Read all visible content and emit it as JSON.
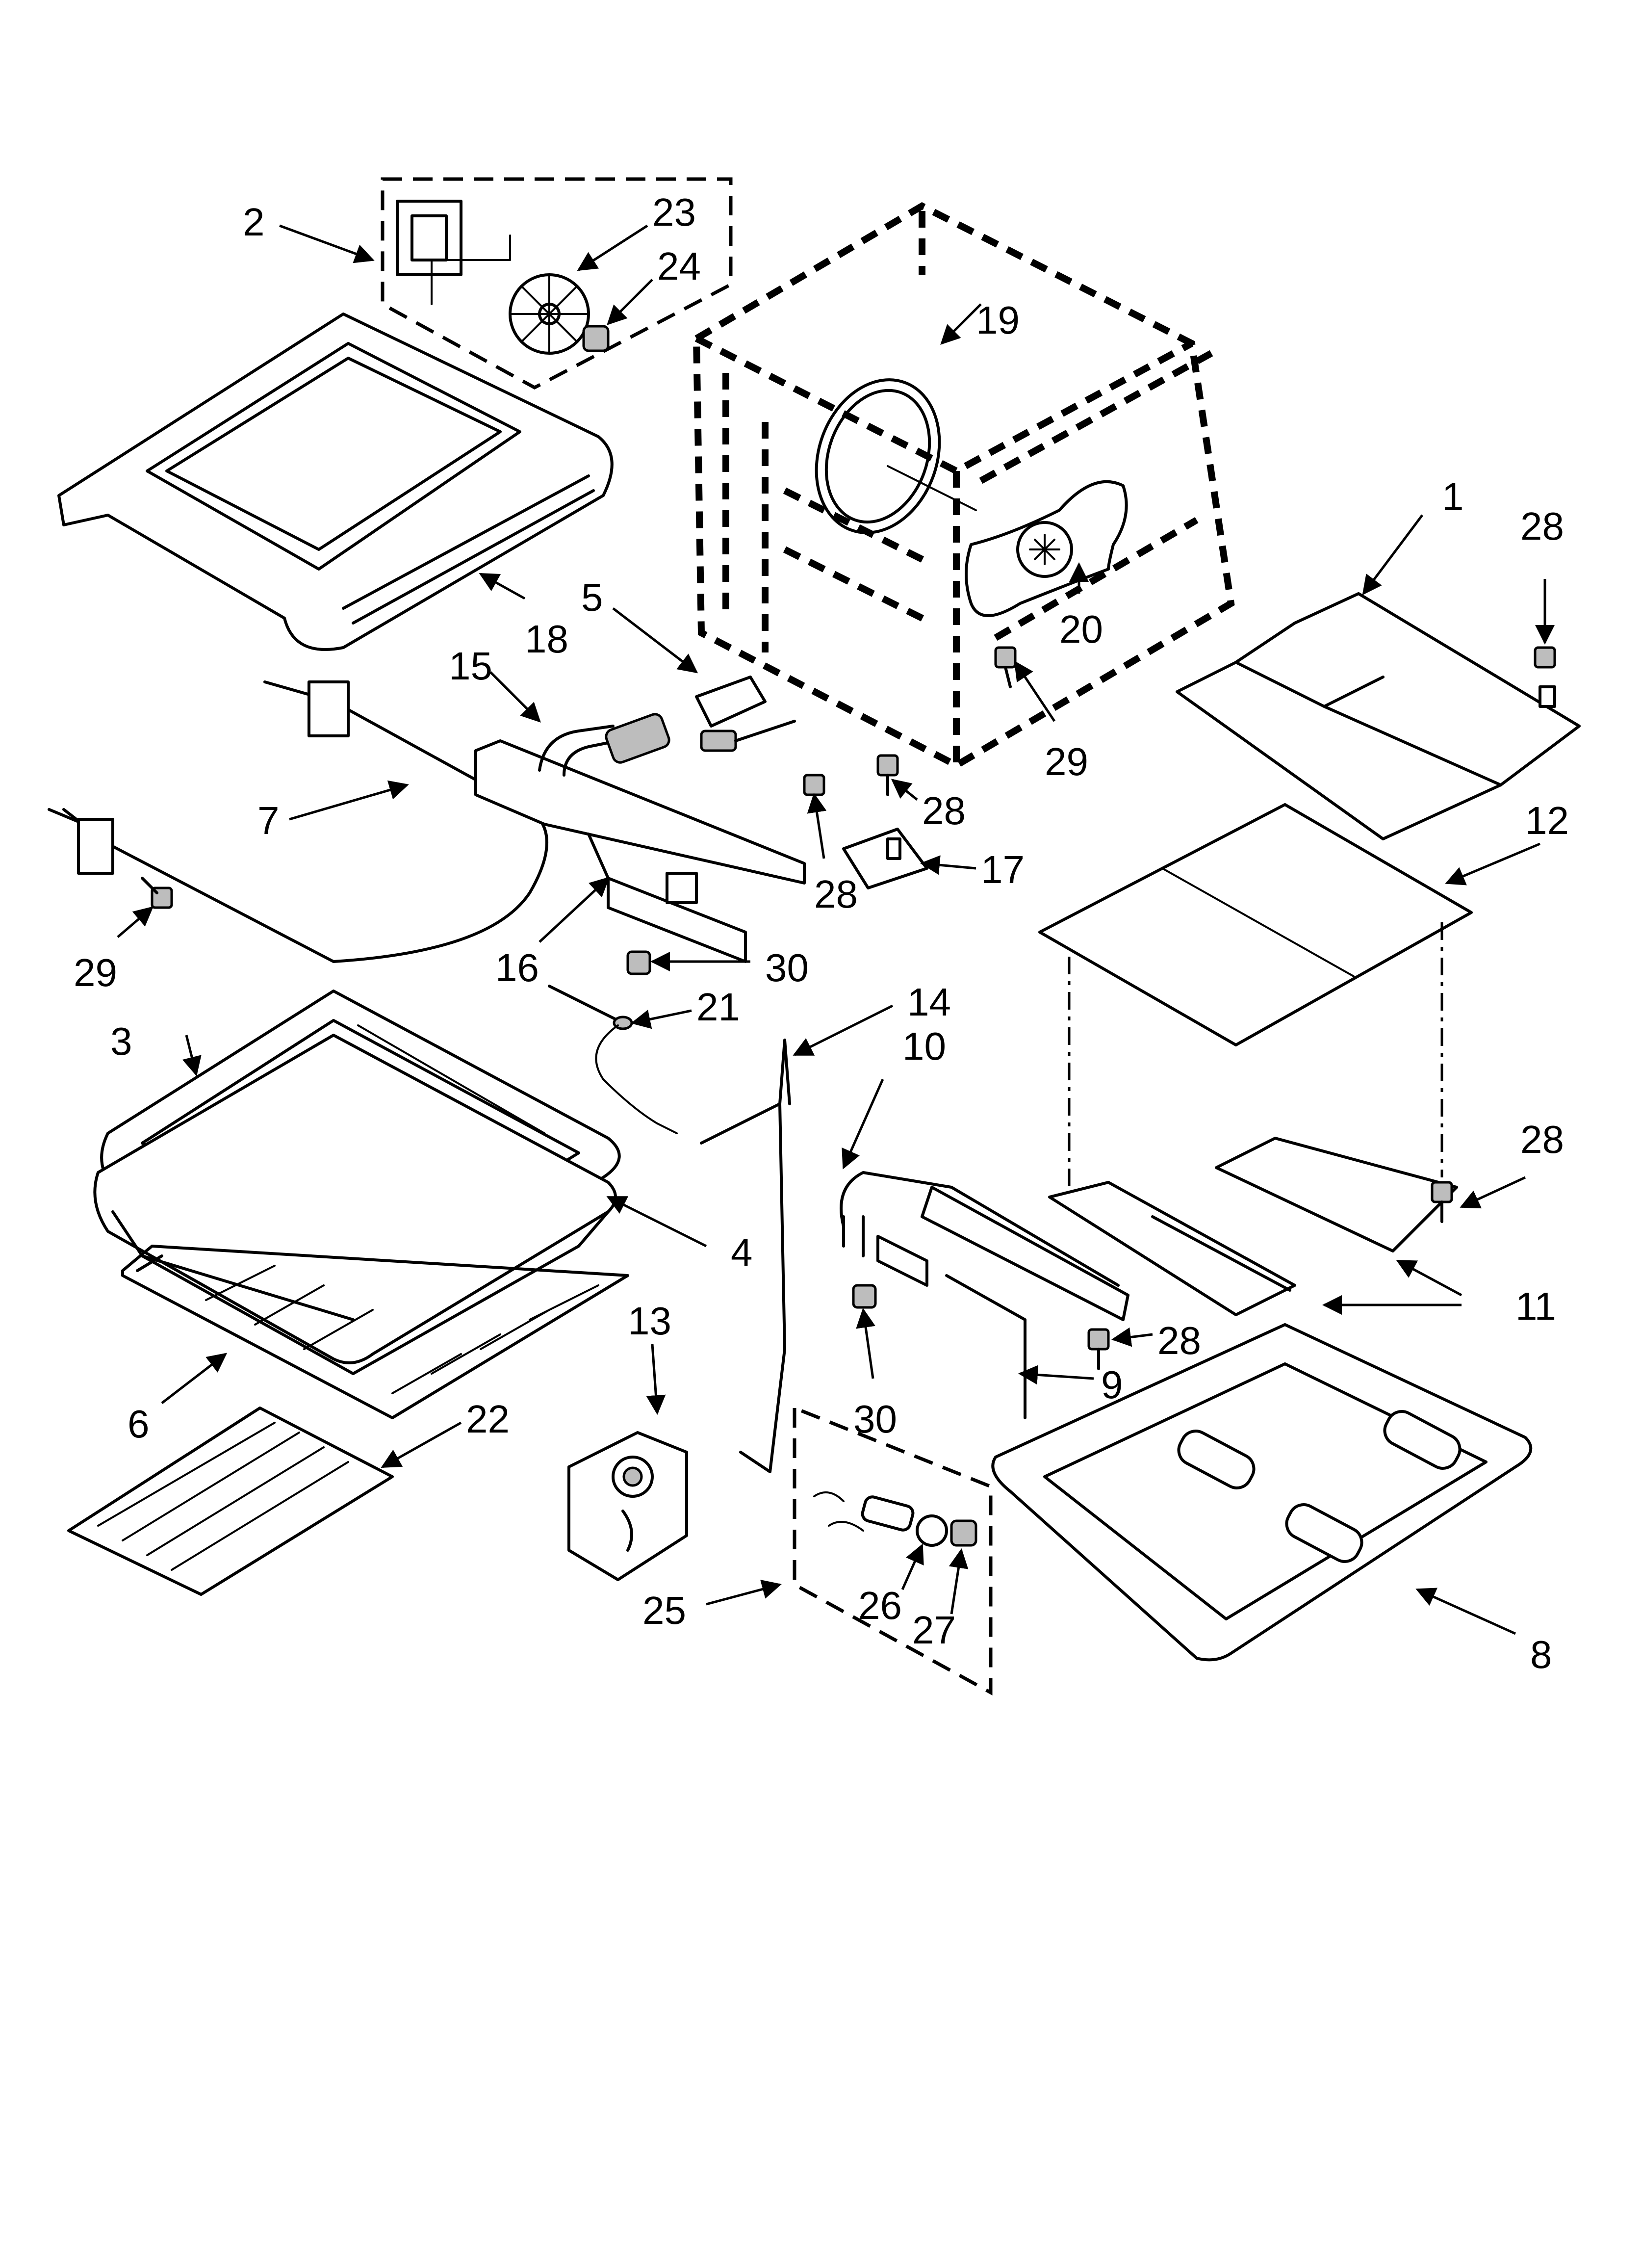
{
  "callouts": [
    {
      "id": "c1",
      "text": "1"
    },
    {
      "id": "c2",
      "text": "2"
    },
    {
      "id": "c3",
      "text": "3"
    },
    {
      "id": "c4",
      "text": "4"
    },
    {
      "id": "c5",
      "text": "5"
    },
    {
      "id": "c6",
      "text": "6"
    },
    {
      "id": "c7",
      "text": "7"
    },
    {
      "id": "c8",
      "text": "8"
    },
    {
      "id": "c9",
      "text": "9"
    },
    {
      "id": "c10",
      "text": "10"
    },
    {
      "id": "c11",
      "text": "11"
    },
    {
      "id": "c12",
      "text": "12"
    },
    {
      "id": "c13",
      "text": "13"
    },
    {
      "id": "c14",
      "text": "14"
    },
    {
      "id": "c15",
      "text": "15"
    },
    {
      "id": "c16",
      "text": "16"
    },
    {
      "id": "c17",
      "text": "17"
    },
    {
      "id": "c18",
      "text": "18"
    },
    {
      "id": "c19",
      "text": "19"
    },
    {
      "id": "c20",
      "text": "20"
    },
    {
      "id": "c21",
      "text": "21"
    },
    {
      "id": "c22",
      "text": "22"
    },
    {
      "id": "c23",
      "text": "23"
    },
    {
      "id": "c24",
      "text": "24"
    },
    {
      "id": "c25",
      "text": "25"
    },
    {
      "id": "c26",
      "text": "26"
    },
    {
      "id": "c27",
      "text": "27"
    },
    {
      "id": "c28a",
      "text": "28"
    },
    {
      "id": "c28b",
      "text": "28"
    },
    {
      "id": "c28c",
      "text": "28"
    },
    {
      "id": "c28d",
      "text": "28"
    },
    {
      "id": "c28e",
      "text": "28"
    },
    {
      "id": "c29a",
      "text": "29"
    },
    {
      "id": "c29b",
      "text": "29"
    },
    {
      "id": "c30a",
      "text": "30"
    },
    {
      "id": "c30b",
      "text": "30"
    }
  ]
}
